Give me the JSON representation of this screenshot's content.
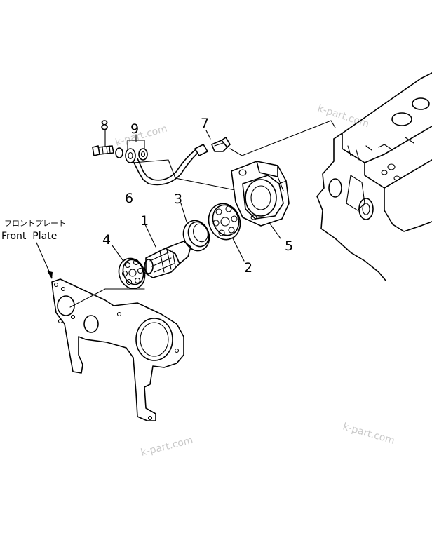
{
  "callouts": [
    "1",
    "2",
    "3",
    "4",
    "5",
    "6",
    "7",
    "8",
    "9"
  ],
  "front_plate": {
    "label_jp": "フロントプレート",
    "label_en": "Front  Plate"
  },
  "watermark": "k-part.com"
}
